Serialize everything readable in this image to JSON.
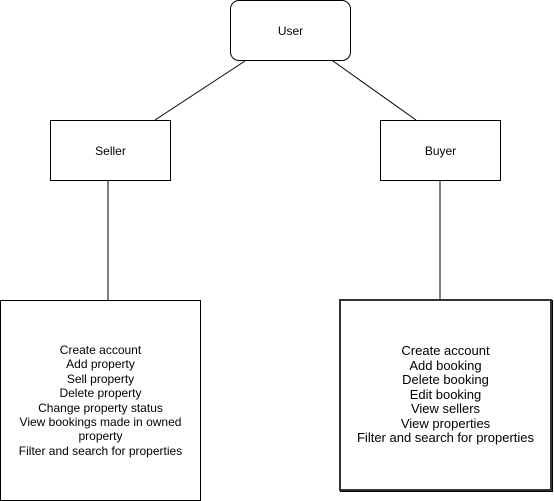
{
  "diagram": {
    "root": {
      "label": "User"
    },
    "roles": [
      {
        "label": "Seller"
      },
      {
        "label": "Buyer"
      }
    ],
    "seller_features": [
      "Create account",
      "Add property",
      "Sell property",
      "Delete property",
      "Change property status",
      "View bookings made in owned property",
      "Filter and search for properties"
    ],
    "buyer_features": [
      "Create account",
      "Add booking",
      "Delete booking",
      "Edit booking",
      "View sellers",
      "View properties",
      "Filter and search for properties"
    ],
    "colors": {
      "line": "#000000",
      "border": "#000000",
      "thick_border": "#333333",
      "background": "#ffffff"
    }
  }
}
